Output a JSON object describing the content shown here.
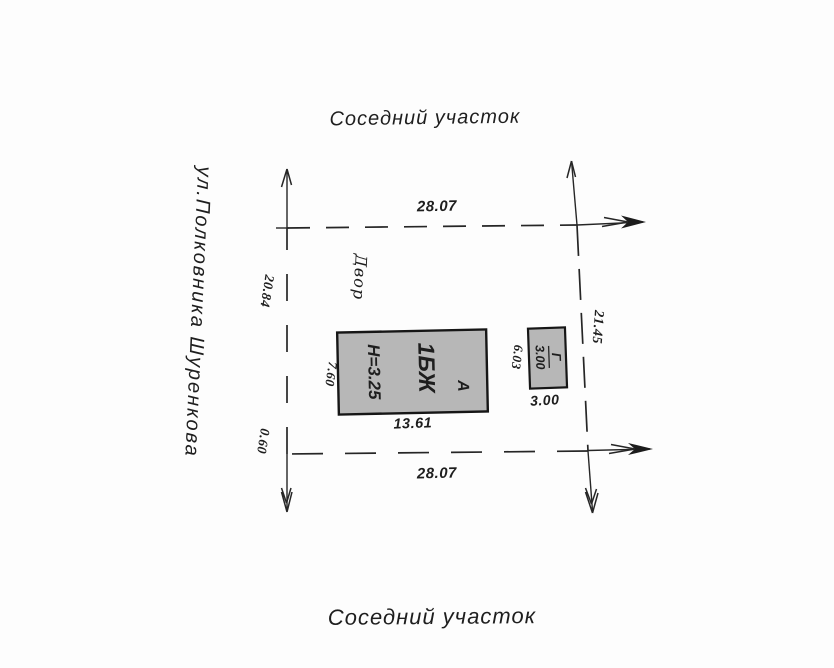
{
  "labels": {
    "neighbor_top": "Соседний участок",
    "neighbor_bottom": "Соседний участок",
    "street": "ул.Полковника Шуренкова",
    "yard": "Двор"
  },
  "dimensions": {
    "front_top": "28.07",
    "front_bottom": "28.07",
    "side_left": "20.84",
    "side_left_offset": "0.60",
    "side_right": "21.45",
    "building_length": "13.61",
    "building_width": "7.60",
    "garage_length": "6.03",
    "garage_width": "3.00"
  },
  "building": {
    "code": "1БЖ",
    "height": "Н=3.25",
    "letter": "А"
  },
  "garage": {
    "letter": "Г",
    "size": "3.00"
  },
  "colors": {
    "line": "#262626",
    "structure_fill": "#b7b7b7",
    "paper": "#fdfdfd"
  }
}
